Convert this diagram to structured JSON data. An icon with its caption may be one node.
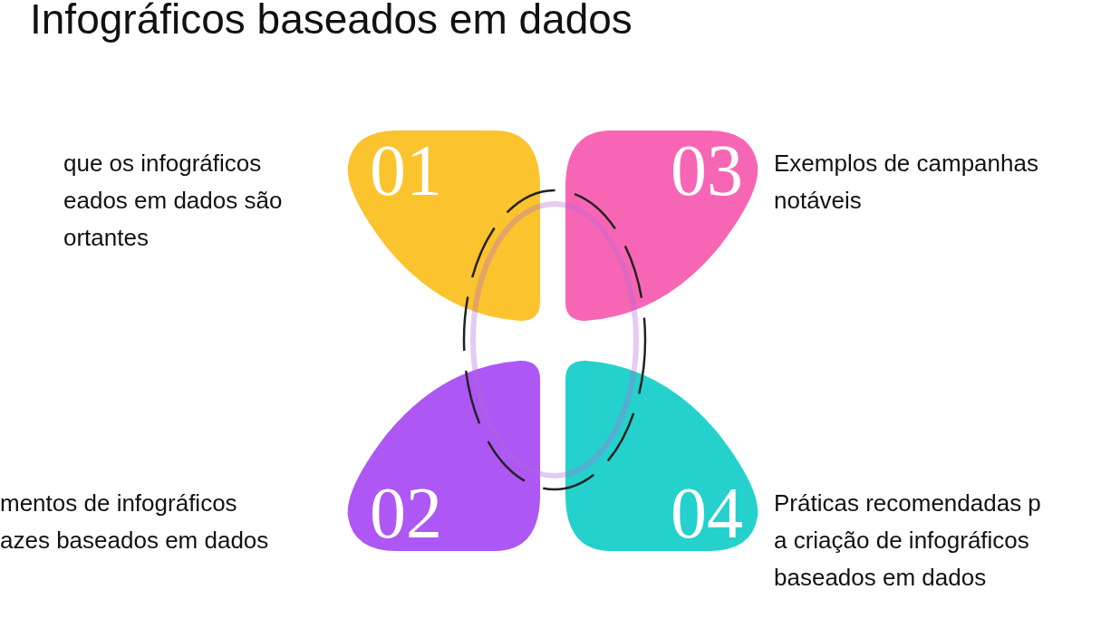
{
  "diagram": {
    "title": "Infográficos baseados em dados",
    "nodes": [
      {
        "text": [
          "01"
        ],
        "beside": [
          "que os infográficos eados em dados são ortantes"
        ]
      },
      {
        "text": [
          "03"
        ],
        "beside": [
          "Exemplos de campanhas notáveis"
        ]
      },
      {
        "text": [
          "02"
        ],
        "beside": [
          "mentos de infográficos azes baseados em dados"
        ]
      },
      {
        "text": [
          "04"
        ],
        "beside": [
          "Práticas recomendadas p a criação de infográficos baseados em dados"
        ]
      }
    ]
  }
}
